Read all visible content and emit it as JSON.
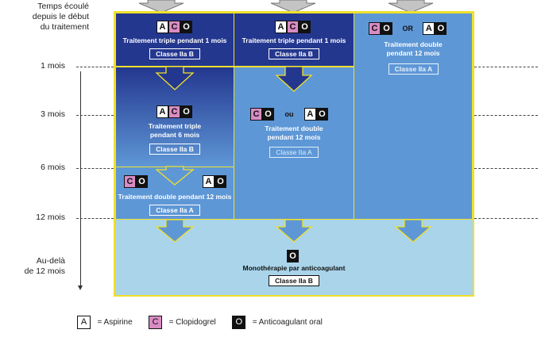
{
  "timeline": {
    "header": [
      "Temps écoulé",
      "depuis le début",
      "du traitement"
    ],
    "labels": [
      "1 mois",
      "3 mois",
      "6 mois",
      "12 mois",
      "Au-delà",
      "de 12 mois"
    ]
  },
  "col1": {
    "top": {
      "boxes": [
        "A",
        "C",
        "O"
      ],
      "text": "Traitement triple pendant 1 mois",
      "classe": "Classe IIa B"
    },
    "mid": {
      "boxes": [
        "A",
        "C",
        "O"
      ],
      "text_line1": "Traitement triple",
      "text_line2": "pendant 6 mois",
      "classe": "Classe IIa B"
    },
    "bottom": {
      "boxes_left": [
        "C",
        "O"
      ],
      "boxes_right": [
        "A",
        "O"
      ],
      "text": "Traitement double pendant 12 mois",
      "classe": "Classe IIa A"
    }
  },
  "col2": {
    "top": {
      "boxes": [
        "A",
        "C",
        "O"
      ],
      "text": "Traitement triple pendant 1 mois",
      "classe": "Classe IIa B"
    },
    "mid": {
      "boxes_left": [
        "C",
        "O"
      ],
      "or": "ou",
      "boxes_right": [
        "A",
        "O"
      ],
      "text_line1": "Traitement double",
      "text_line2": "pendant 12 mois",
      "classe": "Classe IIa A"
    }
  },
  "col3": {
    "boxes_left": [
      "C",
      "O"
    ],
    "or": "OR",
    "boxes_right": [
      "A",
      "O"
    ],
    "text_line1": "Traitement double",
    "text_line2": "pendant 12 mois",
    "classe": "Classe IIa A"
  },
  "bottom_box": {
    "box": "O",
    "text": "Monothérapie par anticoagulant",
    "classe": "Classe IIa B"
  },
  "legend": [
    {
      "letter": "A",
      "label": "= Aspirine"
    },
    {
      "letter": "C",
      "label": "= Clopidogrel"
    },
    {
      "letter": "O",
      "label": "= Anticoagulant oral"
    }
  ],
  "colors": {
    "dark_blue": "#24378f",
    "mid_blue": "#5e97d6",
    "light_blue": "#a9d4ea",
    "yellow": "#f0e02a",
    "pink": "#d98cc4"
  }
}
